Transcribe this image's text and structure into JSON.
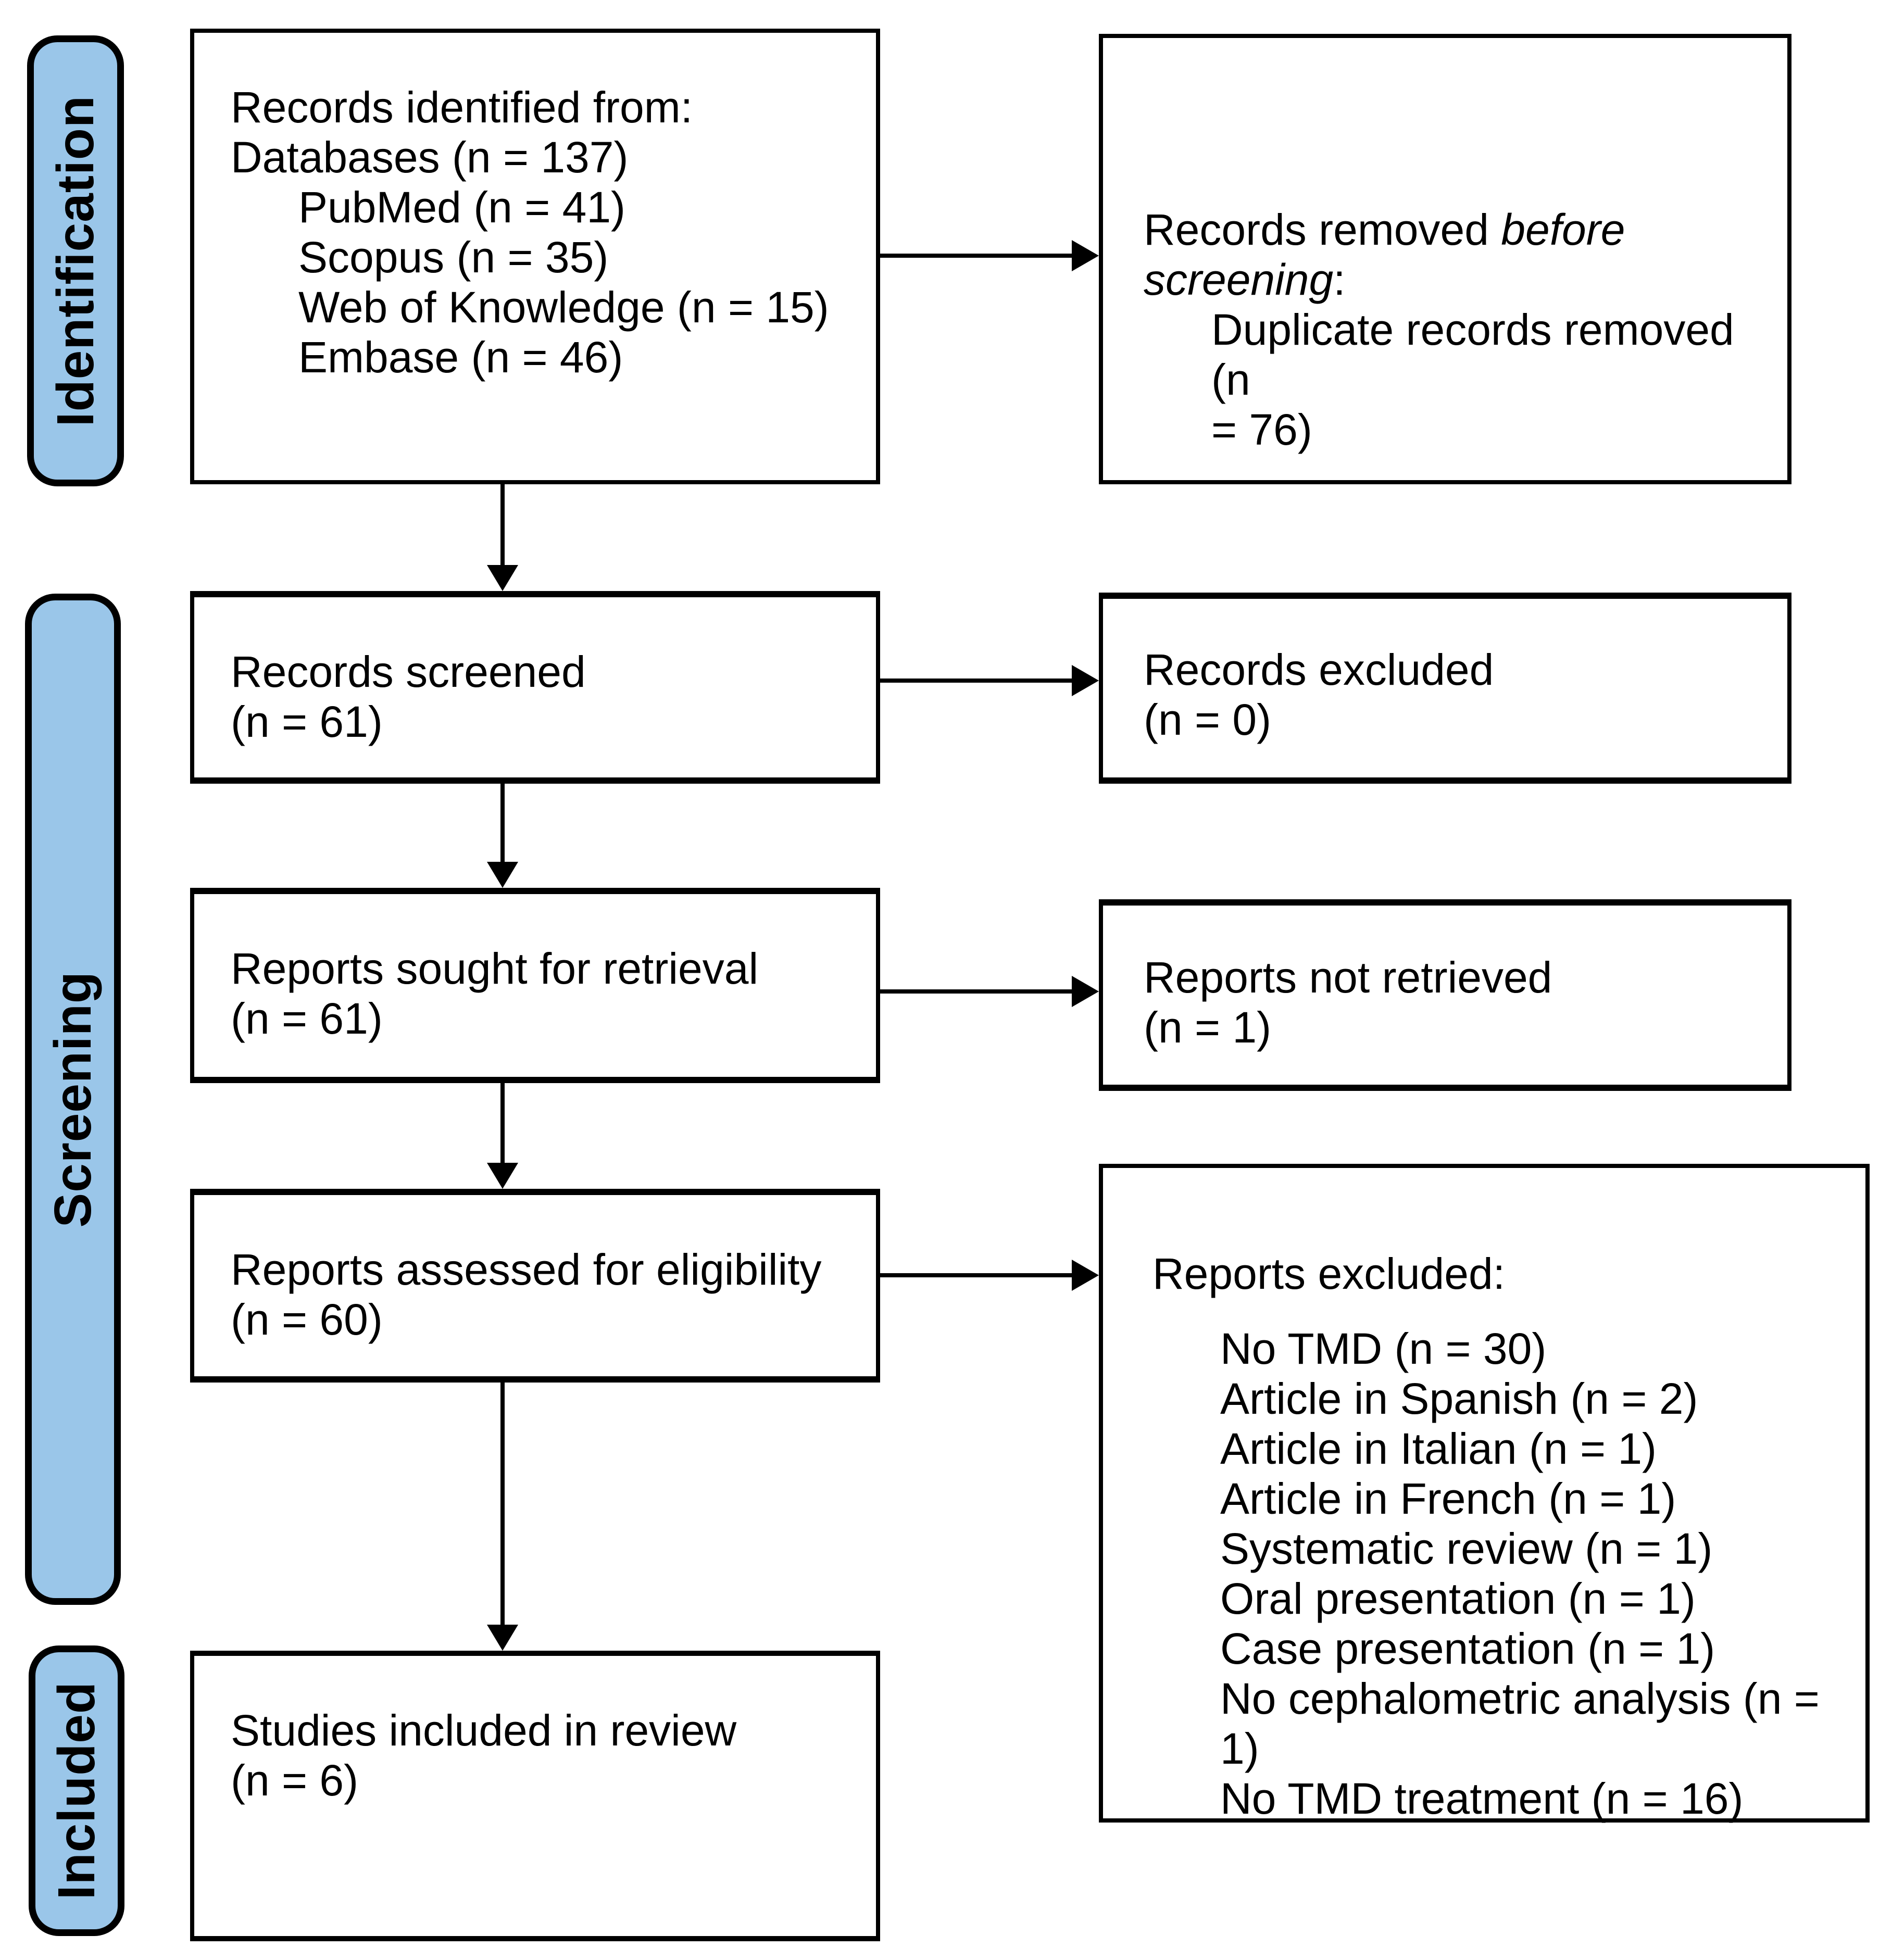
{
  "colors": {
    "stage_tab_fill": "#9AC6E9",
    "border": "#000000",
    "box_background": "#FFFFFF",
    "text": "#000000"
  },
  "stages": {
    "identification": "Identification",
    "screening": "Screening",
    "included": "Included"
  },
  "boxes": {
    "records_identified": {
      "line1": "Records identified from:",
      "line2": "Databases (n = 137)",
      "items": [
        "PubMed (n = 41)",
        "Scopus (n = 35)",
        "Web of Knowledge (n = 15)",
        "Embase (n = 46)"
      ]
    },
    "records_removed": {
      "line1_prefix": "Records removed ",
      "line1_italic": "before",
      "line2_italic": "screening",
      "line2_suffix": ":",
      "item_line1": "Duplicate records removed (n",
      "item_line2": "= 76)"
    },
    "records_screened": {
      "title": "Records screened",
      "count": "(n = 61)"
    },
    "records_excluded": {
      "title": "Records excluded",
      "count": "(n = 0)"
    },
    "reports_sought": {
      "title": "Reports sought for retrieval",
      "count": "(n = 61)"
    },
    "reports_not_retrieved": {
      "title": "Reports not retrieved",
      "count": "(n = 1)"
    },
    "reports_assessed": {
      "title": "Reports assessed for eligibility",
      "count": "(n = 60)"
    },
    "reports_excluded": {
      "title": "Reports excluded:",
      "items": [
        "No TMD (n = 30)",
        "Article in Spanish (n = 2)",
        "Article in Italian (n = 1)",
        "Article in French (n = 1)",
        "Systematic review (n = 1)",
        "Oral presentation (n = 1)",
        "Case presentation (n = 1)",
        "No cephalometric analysis (n = 1)",
        "No TMD treatment (n = 16)"
      ]
    },
    "studies_included": {
      "title": "Studies included in review",
      "count": "(n = 6)"
    }
  }
}
